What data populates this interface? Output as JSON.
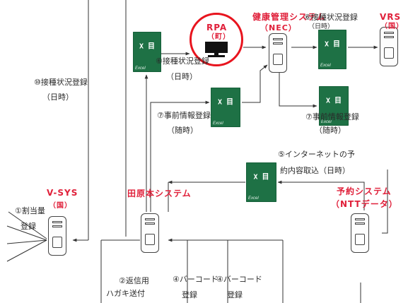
{
  "labels": {
    "sys_kenko": "健康管理システム",
    "sys_kenko_sub": "（NEC）",
    "vrs": "VRS",
    "vrs_sub": "（国）",
    "rpa": "RPA",
    "rpa_sub": "（町）",
    "step6a_line1": "⑥接種状況登録",
    "step6a_line2": "（日時）",
    "step6b_line1": "⑥接種状況登録",
    "step6b_line2": "（日時）",
    "step7a_line1": "⑦事前情報登録",
    "step7a_line2": "（随時）",
    "step7b_line1": "⑦事前情報登録",
    "step7b_line2": "（随時）",
    "step10_line1": "⑩接種状況登録",
    "step10_line2": "（日時）",
    "step5_line1": "⑤インターネットの予",
    "step5_line2": "約内容取込（日時）",
    "vsys": "V-SYS",
    "vsys_sub": "（国）",
    "step1_line1": "①割当量",
    "step1_line2": "登録",
    "tahara": "田原本システム",
    "yoyaku": "予約システム",
    "yoyaku_sub": "（NTTデータ）",
    "step2_line1": "②返信用",
    "step2_line2": "ハガキ送付",
    "step4a_line1": "④バーコード",
    "step4a_line2": "登録",
    "step4b_line1": "④バーコード",
    "step4b_line2": "登録"
  },
  "excel_icon": {
    "mark": "X 目",
    "caption": "Excel"
  },
  "colors": {
    "accent_red": "#e0203a",
    "circle_red": "#e8141e",
    "excel_green": "#1e7145"
  }
}
